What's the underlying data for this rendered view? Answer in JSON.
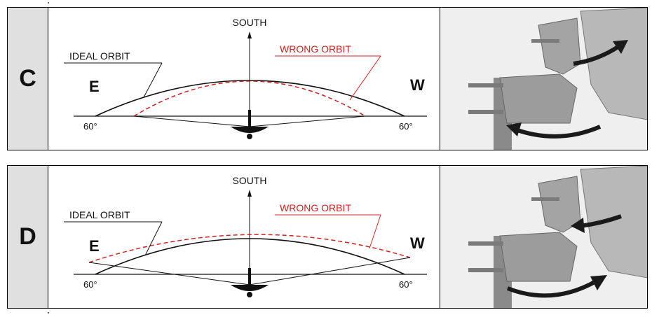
{
  "panels": [
    {
      "id": "c",
      "letter": "C",
      "south_label": "SOUTH",
      "ideal_label": "IDEAL ORBIT",
      "wrong_label": "WRONG ORBIT",
      "east_label": "E",
      "west_label": "W",
      "left_angle": "60°",
      "right_angle": "60°"
    },
    {
      "id": "d",
      "letter": "D",
      "south_label": "SOUTH",
      "ideal_label": "IDEAL ORBIT",
      "wrong_label": "WRONG ORBIT",
      "east_label": "E",
      "west_label": "W",
      "left_angle": "60°",
      "right_angle": "60°"
    }
  ],
  "colors": {
    "ideal_orbit": "#111111",
    "wrong_orbit": "#d42020",
    "letter_bg": "#e0e0e0",
    "photo_bg": "#eeeeee"
  }
}
